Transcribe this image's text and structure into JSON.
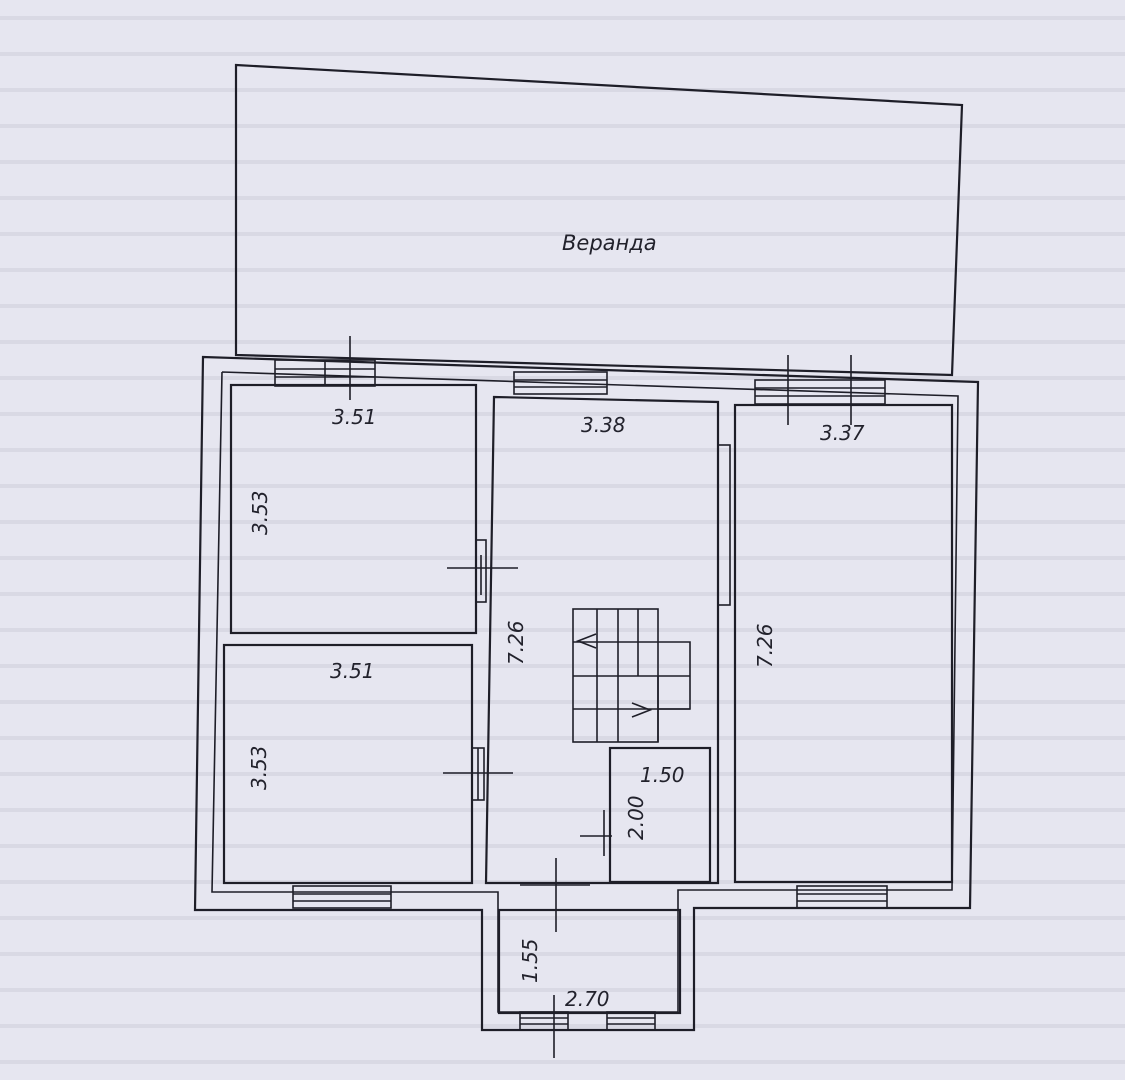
{
  "veranda": {
    "label": "Веранда"
  },
  "rooms": {
    "bedroom_top_left": {
      "width": "3.51",
      "depth": "3.53"
    },
    "bedroom_bottom_left": {
      "width": "3.51",
      "depth": "3.53"
    },
    "hall": {
      "width": "3.38",
      "depth": "7.26"
    },
    "room_right": {
      "width": "3.37",
      "depth": "7.26"
    },
    "bathroom": {
      "width": "1.50",
      "depth": "2.00"
    },
    "entrance_porch": {
      "width": "2.70",
      "depth": "1.55"
    }
  }
}
